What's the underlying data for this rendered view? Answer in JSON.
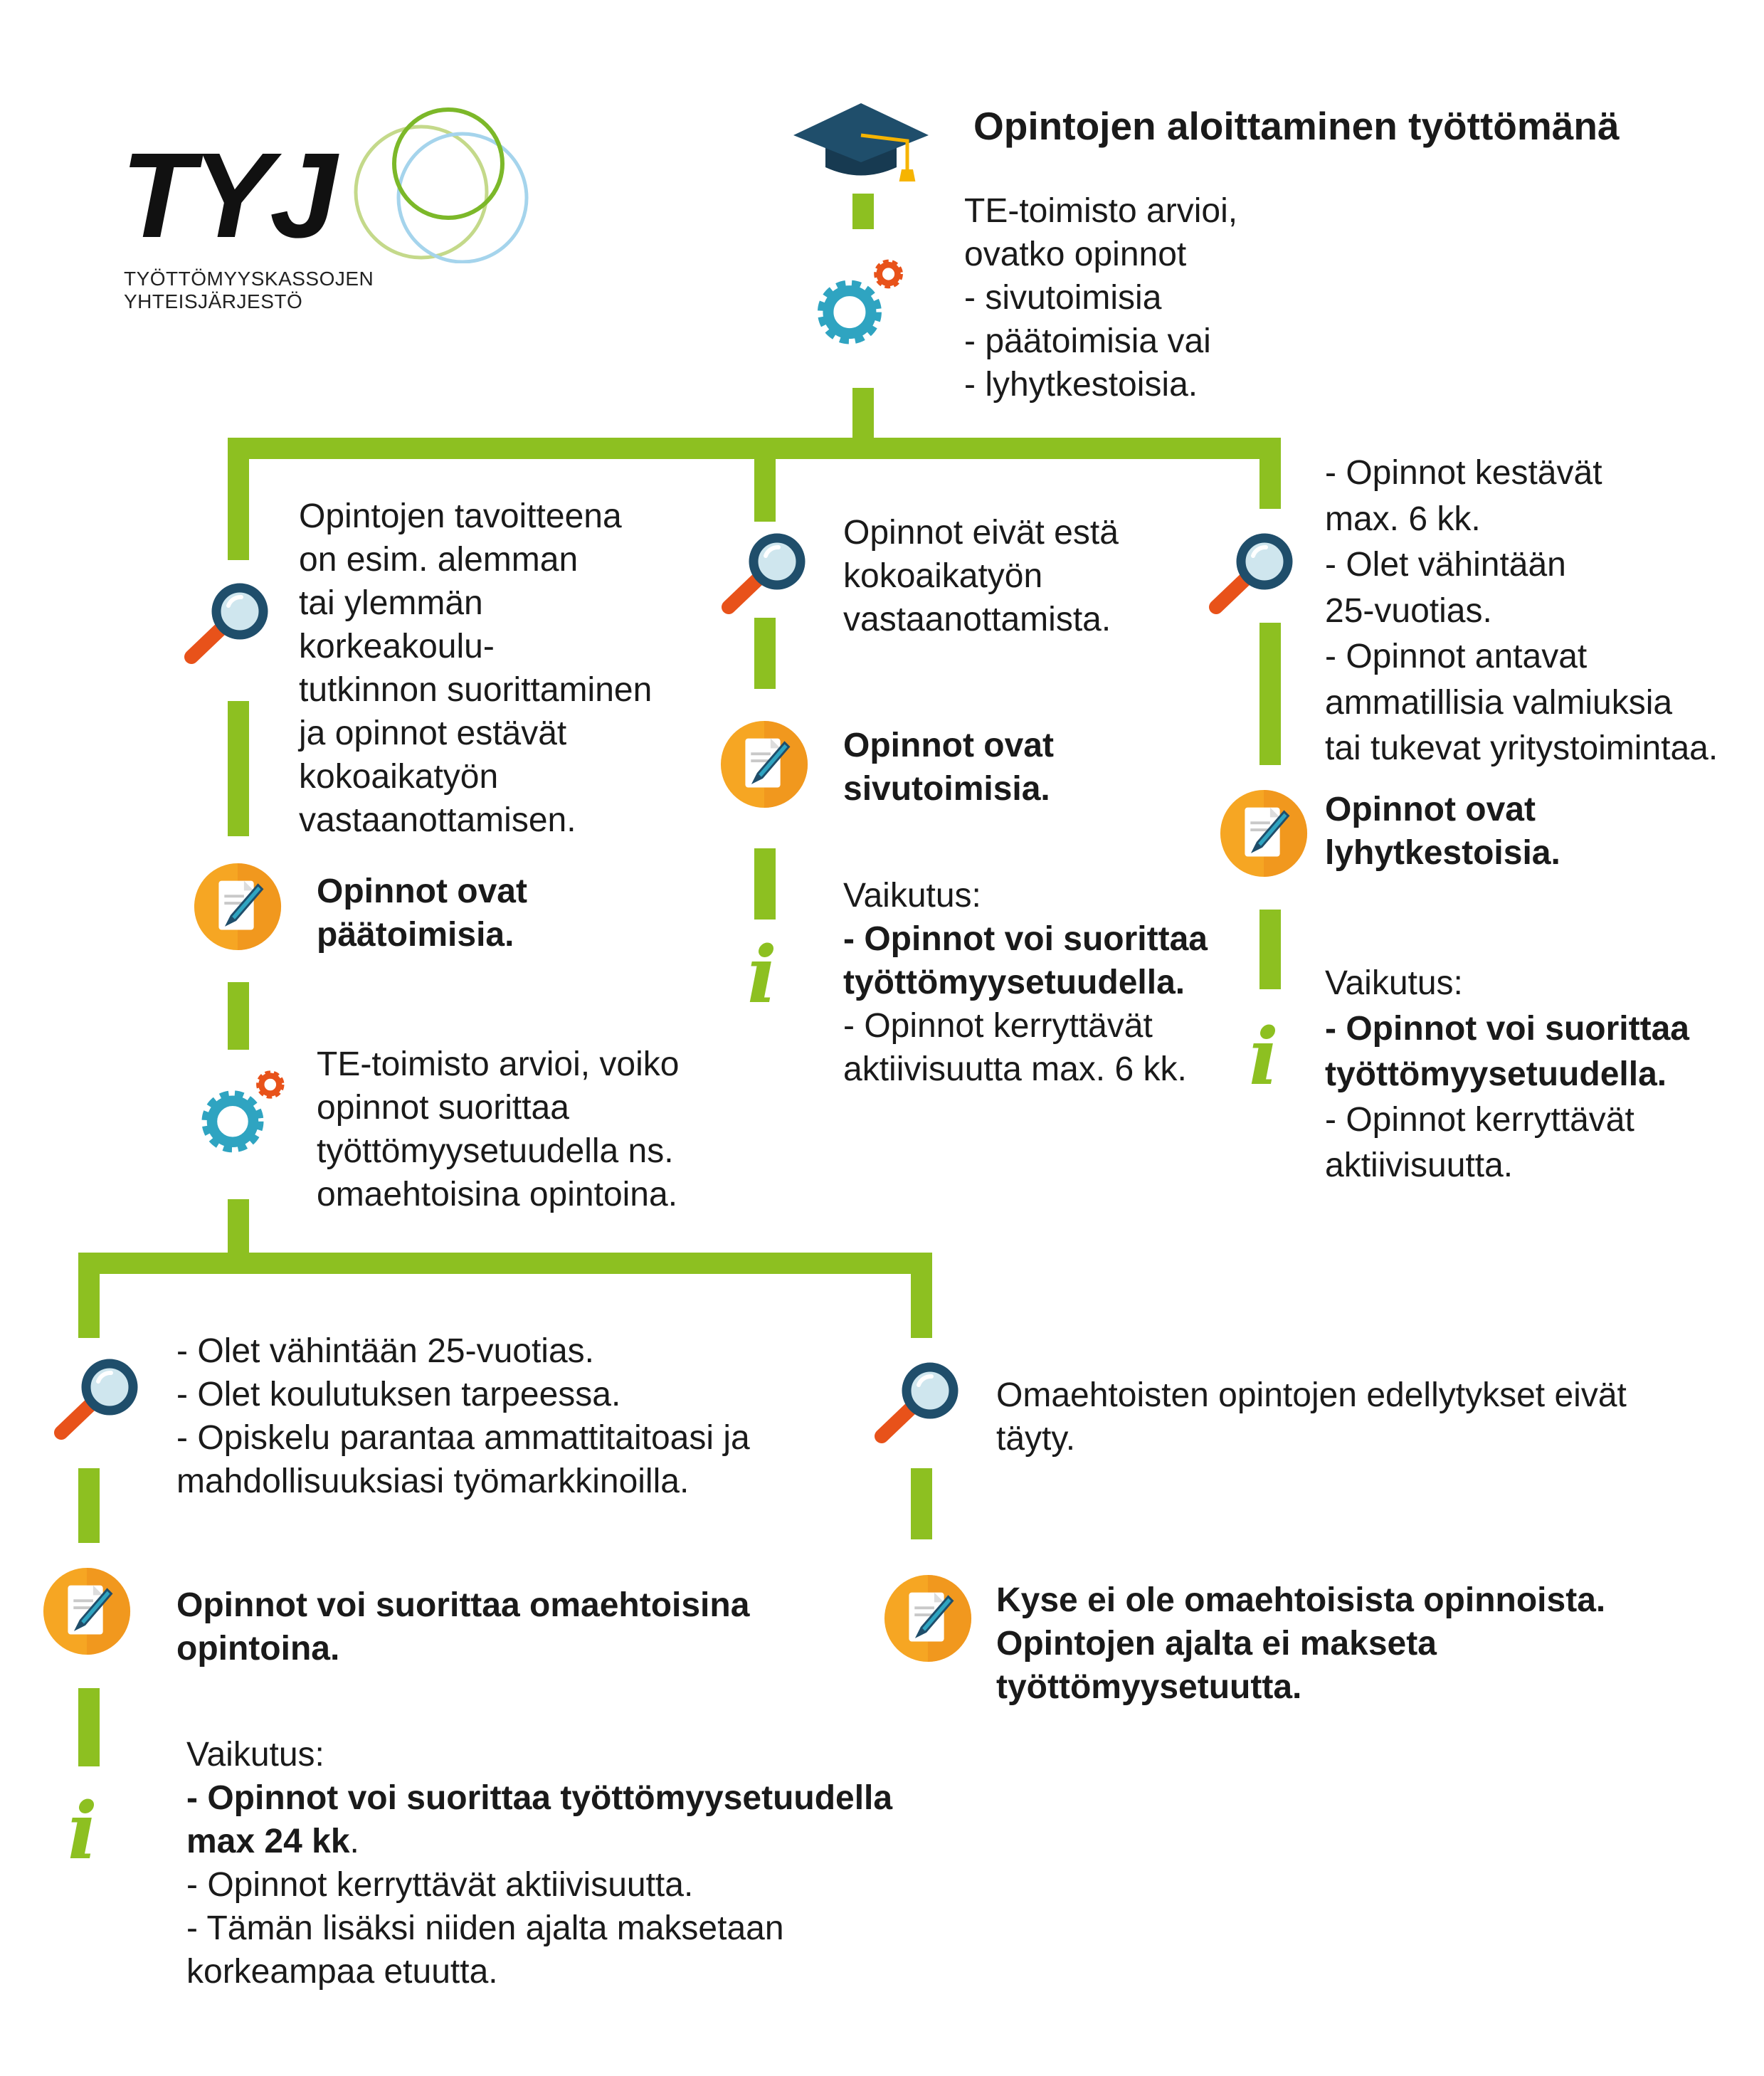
{
  "logo": {
    "wordmark": "TYJ",
    "tagline": "TYÖTTÖMYYSKASSOJEN YHTEISJÄRJESTÖ"
  },
  "title": "Opintojen aloittaminen työttömänä",
  "colors": {
    "connector": "#8dc021",
    "icon_orange": "#f6a623",
    "icon_teal": "#2fa4c1",
    "magnifier_handle": "#e8521a",
    "cap": "#1f4e6b",
    "text": "#1a1a1a"
  },
  "top_assessment": {
    "lines": [
      "TE-toimisto arvioi,",
      "ovatko opinnot",
      "- sivutoimisia",
      "- päätoimisia vai",
      "- lyhytkestoisia."
    ]
  },
  "branch_full_time": {
    "criteria": [
      "Opintojen tavoitteena",
      "on esim. alemman",
      "tai ylemmän",
      "korkeakoulu-",
      "tutkinnon suorittaminen",
      "ja opinnot estävät",
      "kokoaikatyön",
      "vastaanottamisen."
    ],
    "result": [
      "Opinnot ovat",
      "päätoimisia."
    ],
    "assessment": [
      "TE-toimisto arvioi, voiko",
      "opinnot suorittaa",
      "työttömyysetuudella ns.",
      "omaehtoisina opintoina."
    ]
  },
  "branch_part_time": {
    "criteria": [
      "Opinnot eivät estä",
      "kokoaikatyön",
      "vastaanottamista."
    ],
    "result": [
      "Opinnot ovat",
      "sivutoimisia."
    ],
    "effect_label": "Vaikutus:",
    "effect_bold": [
      "- Opinnot voi suorittaa",
      "työttömyysetuudella."
    ],
    "effect_rest": [
      "- Opinnot kerryttävät",
      "aktiivisuutta max. 6 kk."
    ]
  },
  "branch_short": {
    "criteria": [
      "- Opinnot kestävät",
      "max. 6 kk.",
      "- Olet vähintään",
      "25-vuotias.",
      "- Opinnot antavat",
      "ammatillisia valmiuksia",
      "tai tukevat yritystoimintaa."
    ],
    "result": [
      "Opinnot ovat",
      "lyhytkestoisia."
    ],
    "effect_label": "Vaikutus:",
    "effect_bold": [
      "- Opinnot voi suorittaa",
      "työttömyysetuudella."
    ],
    "effect_rest": [
      "- Opinnot kerryttävät",
      "aktiivisuutta."
    ]
  },
  "branch_self_motivated": {
    "criteria": [
      "- Olet vähintään 25-vuotias.",
      "- Olet koulutuksen tarpeessa.",
      "- Opiskelu parantaa ammattitaitoasi ja",
      "mahdollisuuksiasi työmarkkinoilla."
    ],
    "result": [
      "Opinnot voi suorittaa omaehtoisina",
      "opintoina."
    ],
    "effect_label": "Vaikutus:",
    "effect_bold_1": "- Opinnot voi suorittaa työttömyysetuudella",
    "effect_bold_2": "max 24 kk",
    "effect_bold_2_tail": ".",
    "effect_rest": [
      "- Opinnot kerryttävät aktiivisuutta.",
      "- Tämän lisäksi niiden ajalta maksetaan",
      "korkeampaa etuutta."
    ]
  },
  "branch_not_met": {
    "criteria": [
      "Omaehtoisten opintojen edellytykset eivät",
      "täyty."
    ],
    "result": [
      "Kyse ei ole omaehtoisista opinnoista.",
      "Opintojen ajalta ei makseta",
      "työttömyysetuutta."
    ]
  },
  "info_glyph": "i"
}
